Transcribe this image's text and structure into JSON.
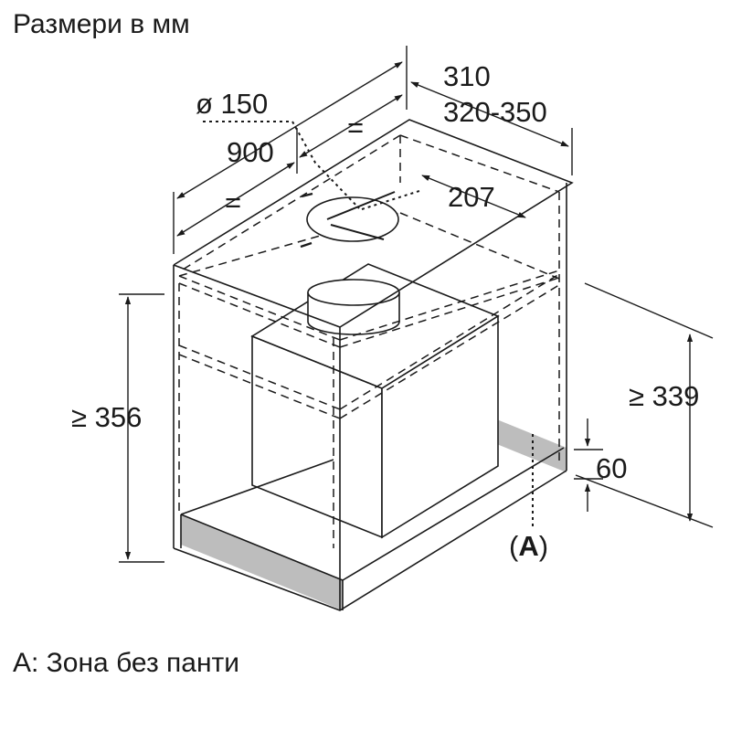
{
  "title": "Размери в мм",
  "legend": "A: Зона без панти",
  "dimensions": {
    "depth_1": "310",
    "depth_2": "320-350",
    "duct_diameter": "ø 150",
    "width": "900",
    "equal_left": "=",
    "equal_right": "=",
    "offset": "207",
    "height_left": "≥ 356",
    "height_right": "≥ 339",
    "strip_height": "60"
  },
  "callout": {
    "open": "(",
    "letter": "A",
    "close": ")"
  },
  "colors": {
    "line": "#1a1a1a",
    "zone_fill": "#bdbdbd",
    "background": "#ffffff"
  }
}
